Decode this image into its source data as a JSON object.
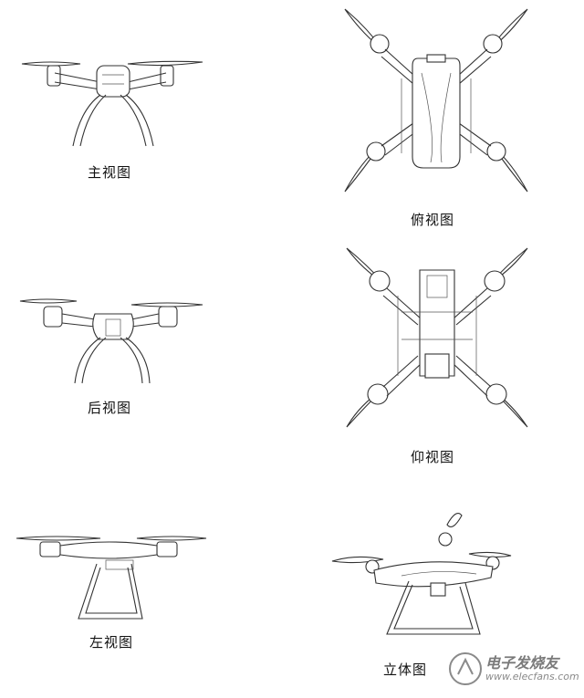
{
  "views": {
    "front": {
      "caption": "主视图",
      "icon": "drone-front-view"
    },
    "top": {
      "caption": "俯视图",
      "icon": "drone-top-view"
    },
    "back": {
      "caption": "后视图",
      "icon": "drone-back-view"
    },
    "bottom": {
      "caption": "仰视图",
      "icon": "drone-bottom-view"
    },
    "left": {
      "caption": "左视图",
      "icon": "drone-left-view"
    },
    "iso": {
      "caption": "立体图",
      "icon": "drone-isometric-view"
    }
  },
  "watermark": {
    "text": "电子发烧友",
    "url": "www.elecfans.com"
  }
}
